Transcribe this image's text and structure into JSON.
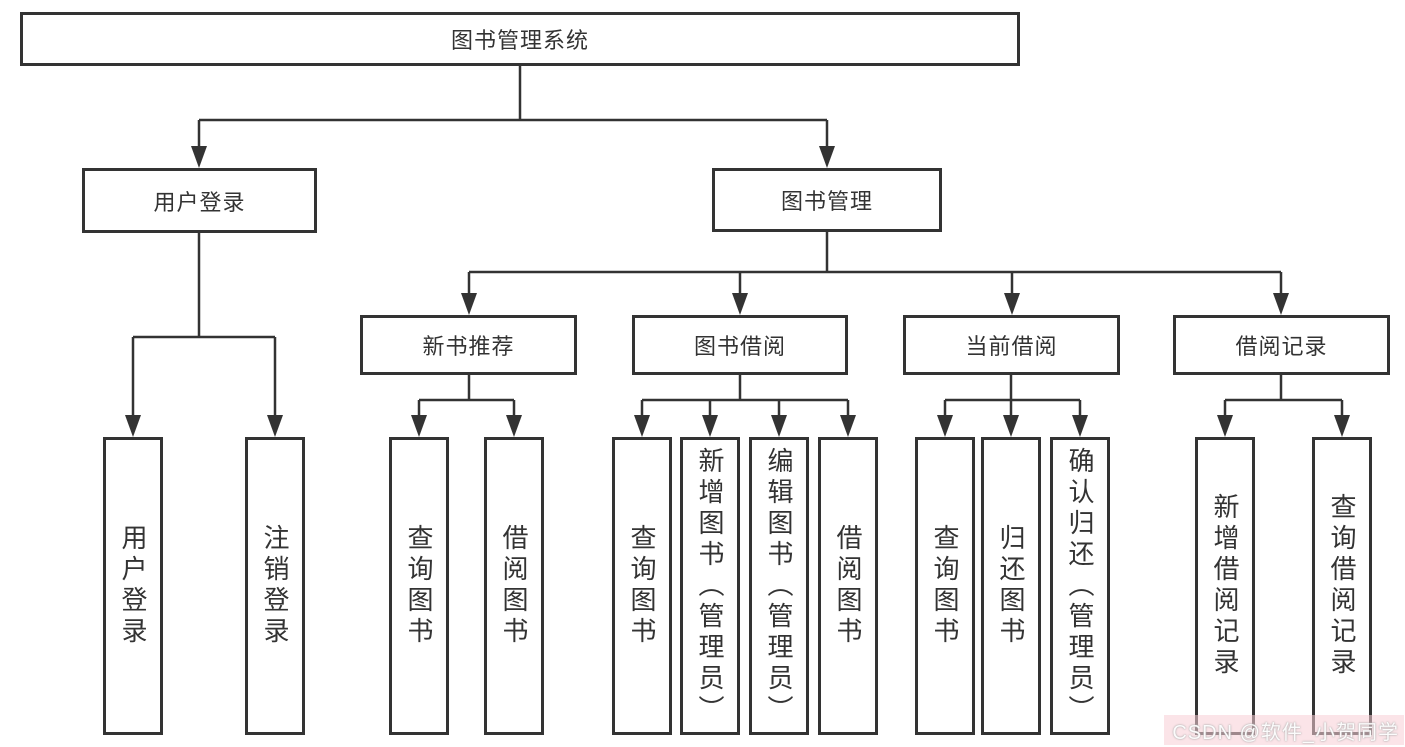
{
  "tree": {
    "root": "图书管理系统",
    "branches": [
      {
        "label": "用户登录",
        "leaves": [
          "用户登录",
          "注销登录"
        ]
      },
      {
        "label": "图书管理",
        "groups": [
          {
            "label": "新书推荐",
            "leaves": [
              "查询图书",
              "借阅图书"
            ]
          },
          {
            "label": "图书借阅",
            "leaves": [
              "查询图书",
              "新增图书（管理员）",
              "编辑图书（管理员）",
              "借阅图书"
            ]
          },
          {
            "label": "当前借阅",
            "leaves": [
              "查询图书",
              "归还图书",
              "确认归还（管理员）"
            ]
          },
          {
            "label": "借阅记录",
            "leaves": [
              "新增借阅记录",
              "查询借阅记录"
            ]
          }
        ]
      }
    ]
  },
  "watermark": {
    "text": "CSDN @软件_小贺同学"
  },
  "colors": {
    "line": "#333333",
    "box_border": "#333333",
    "text": "#333333",
    "background": "#ffffff",
    "watermark_text": "#ffffff",
    "watermark_tint": "#f8ced6"
  }
}
